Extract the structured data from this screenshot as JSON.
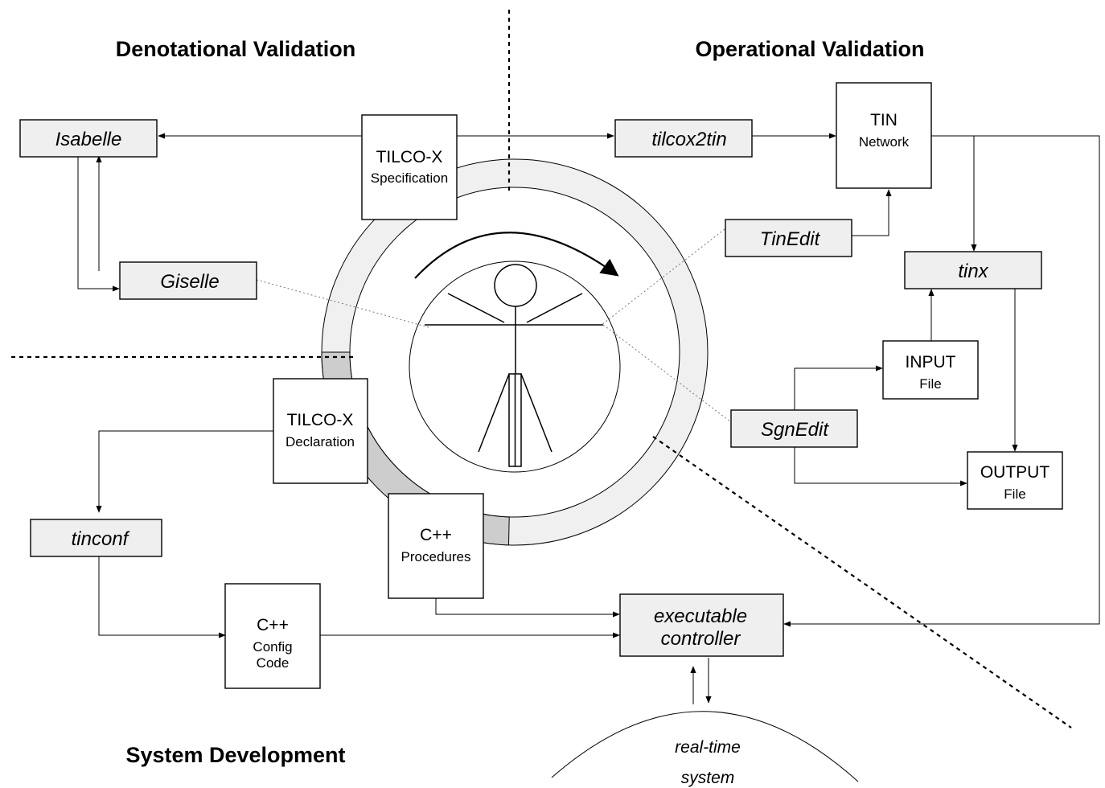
{
  "sections": {
    "denotational": "Denotational Validation",
    "operational": "Operational Validation",
    "development": "System Development"
  },
  "tools": {
    "isabelle": "Isabelle",
    "giselle": "Giselle",
    "tilcox2tin": "tilcox2tin",
    "tinedit": "TinEdit",
    "tinx": "tinx",
    "sgnedit": "SgnEdit",
    "tinconf": "tinconf"
  },
  "artifacts": {
    "spec": {
      "line1": "TILCO-X",
      "line2": "Specification"
    },
    "decl": {
      "line1": "TILCO-X",
      "line2": "Declaration"
    },
    "tin": {
      "line1": "TIN",
      "line2": "Network"
    },
    "input": {
      "line1": "INPUT",
      "line2": "File"
    },
    "output": {
      "line1": "OUTPUT",
      "line2": "File"
    },
    "cpp_proc": {
      "line1": "C++",
      "line2": "Procedures"
    },
    "cpp_conf": {
      "line1": "C++",
      "line2": "Config",
      "line3": "Code"
    },
    "controller": {
      "line1": "executable",
      "line2": "controller"
    },
    "realtime": {
      "line1": "real-time",
      "line2": "system"
    }
  },
  "colors": {
    "tool_fill": "#efefef",
    "ring_light": "#f0f0f0",
    "ring_dark": "#cdcdcd"
  }
}
